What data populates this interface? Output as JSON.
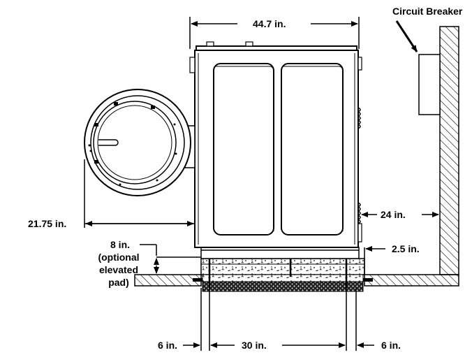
{
  "labels": {
    "width": "44.7 in.",
    "circuit_breaker": "Circuit Breaker",
    "door_depth": "21.75 in.",
    "wall_clearance": "24 in.",
    "pad_height": "8 in.",
    "pad_note_line1": "(optional",
    "pad_note_line2": "elevated",
    "pad_note_line3": "pad)",
    "pad_overhang": "2.5 in.",
    "left_margin": "6 in.",
    "pad_width": "30 in.",
    "right_margin": "6 in."
  },
  "colors": {
    "line": "#000000",
    "background": "#ffffff"
  }
}
